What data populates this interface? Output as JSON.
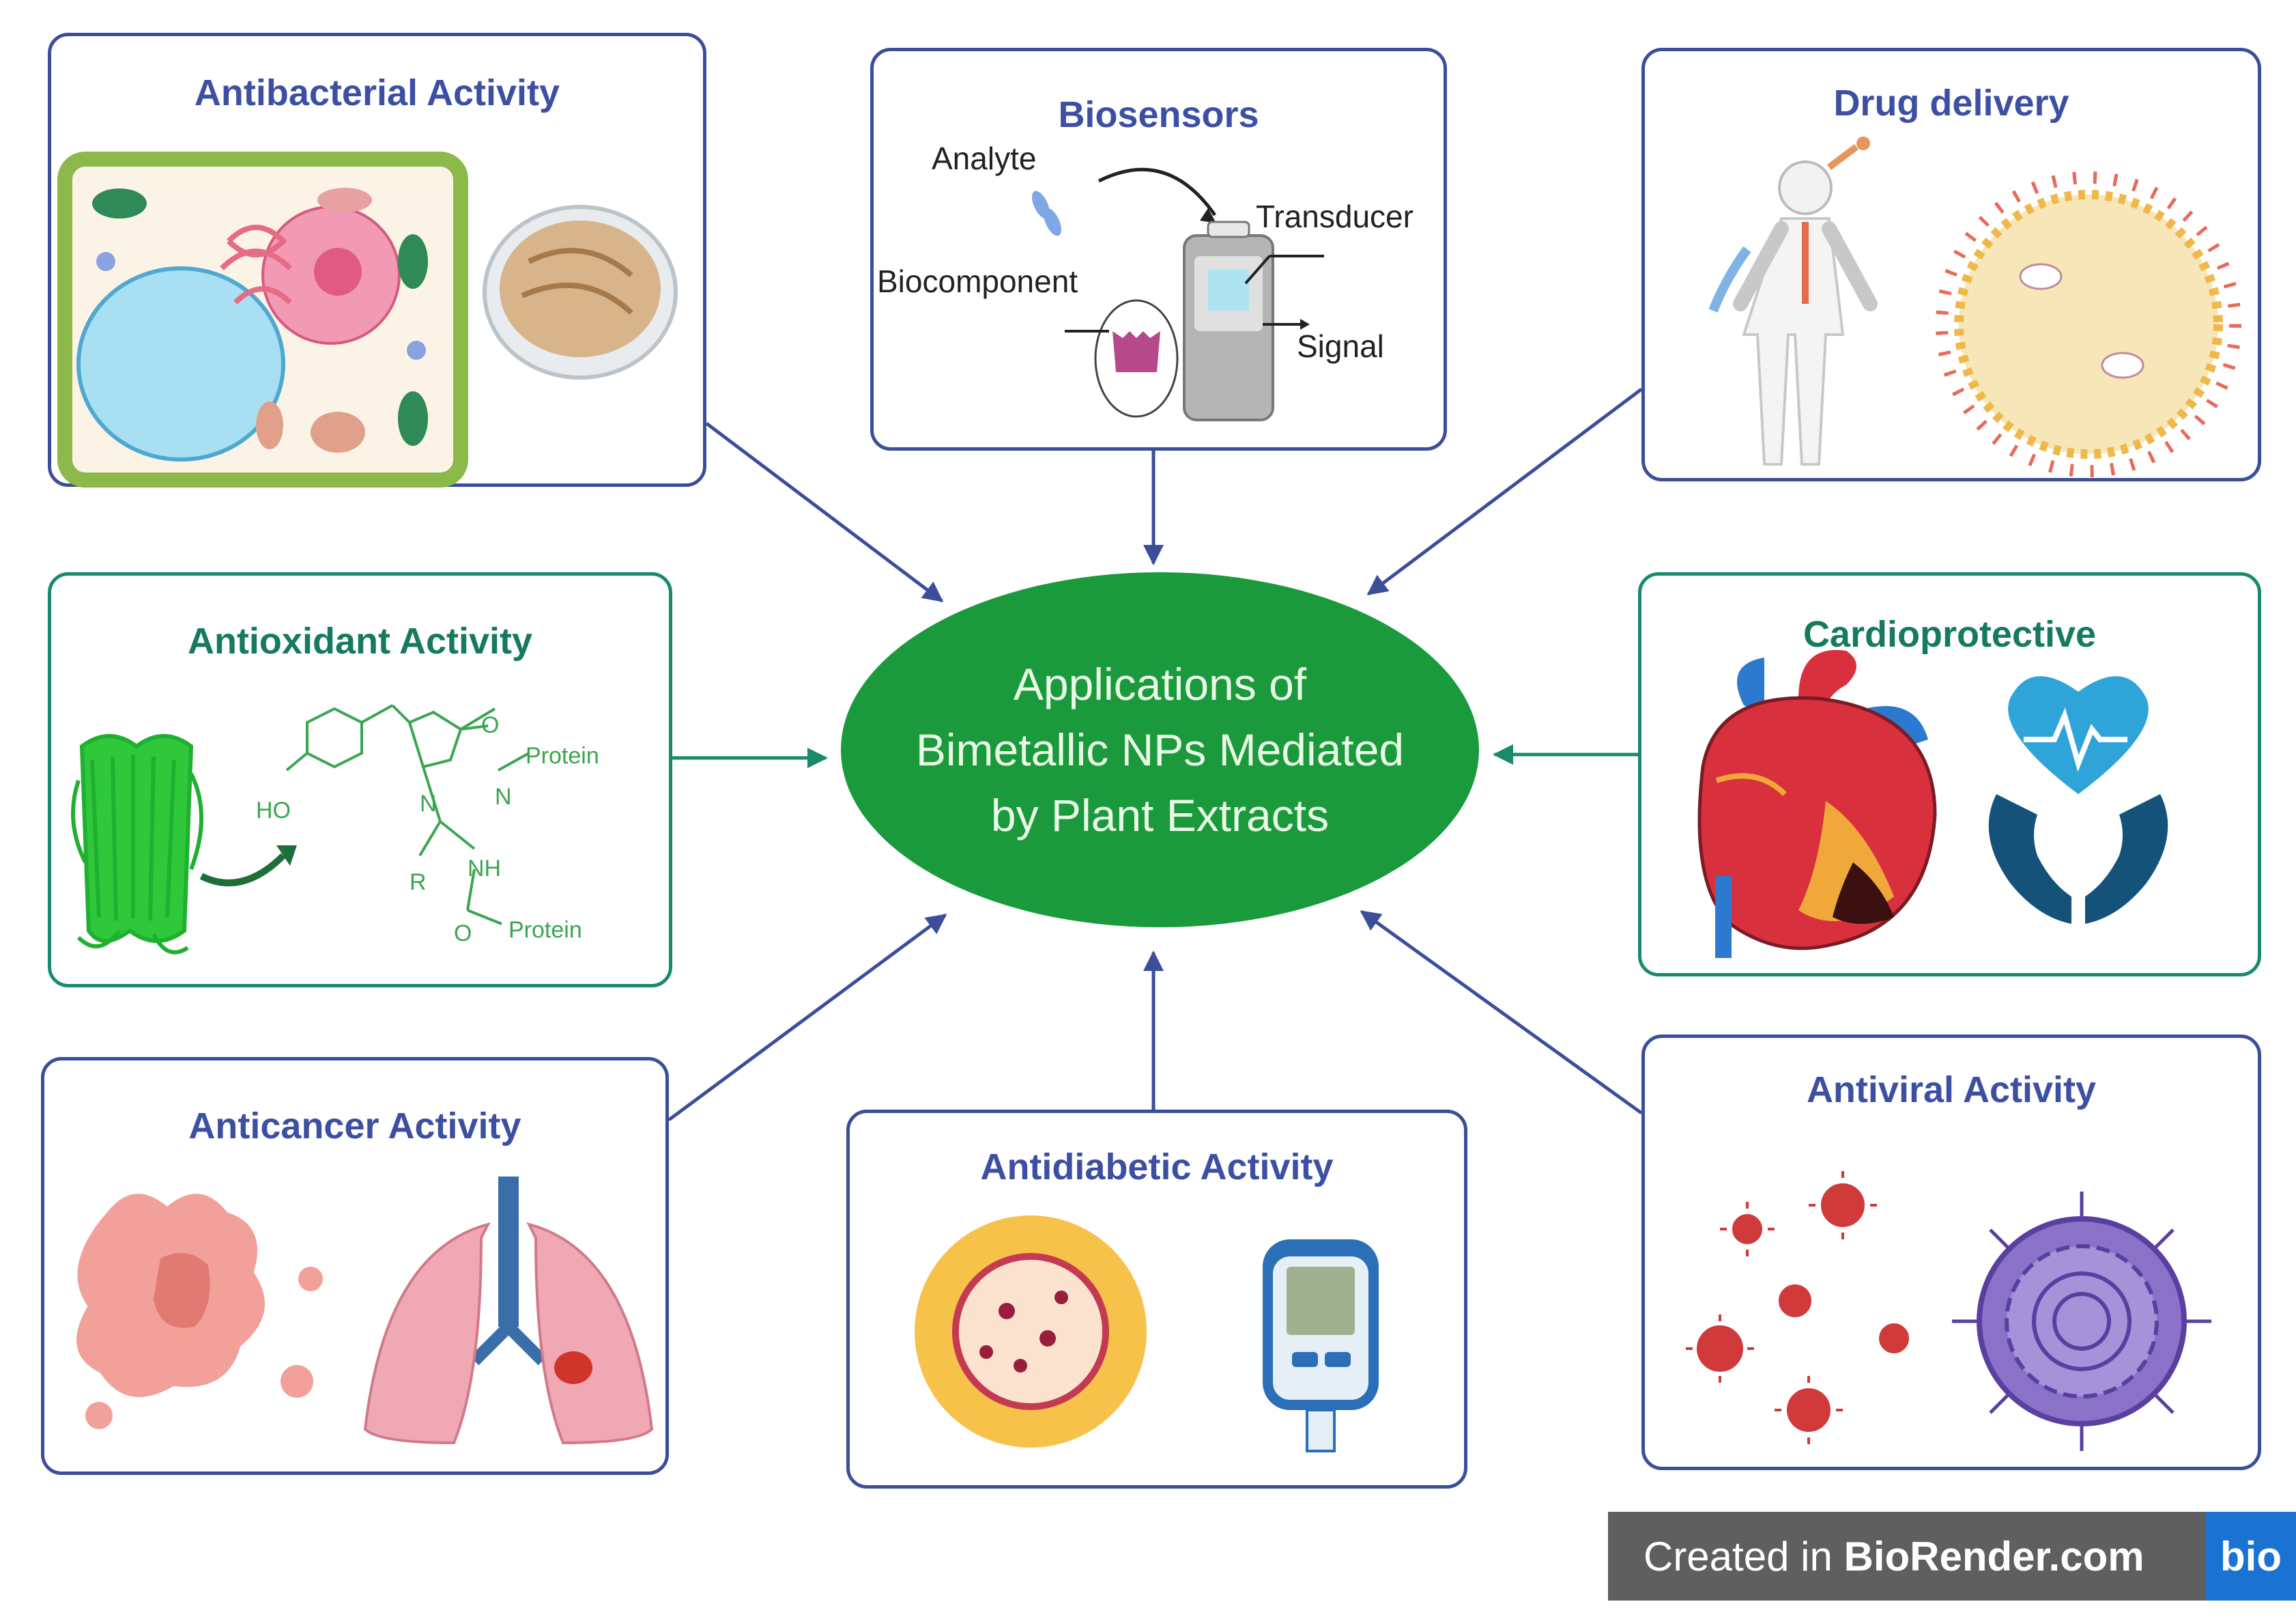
{
  "center_text": [
    "Applications of",
    "Bimetallic NPs Mediated",
    "by Plant Extracts"
  ],
  "panels": {
    "antibacterial": "Antibacterial Activity",
    "biosensors": "Biosensors",
    "drug_delivery": "Drug delivery",
    "antioxidant": "Antioxidant Activity",
    "cardioprotective": "Cardioprotective",
    "anticancer": "Anticancer Activity",
    "antidiabetic": "Antidiabetic Activity",
    "antiviral": "Antiviral Activity"
  },
  "biosensor_labels": {
    "analyte": "Analyte",
    "transducer": "Transducer",
    "biocomponent": "Biocomponent",
    "signal": "Signal"
  },
  "antioxidant_labels": {
    "protein_top": "Protein",
    "protein_bottom": "Protein",
    "ho": "HO",
    "nh": "NH",
    "r": "R",
    "o_top": "O",
    "o_bottom": "O",
    "n1": "N",
    "n2": "N"
  },
  "badge": {
    "prefix": "Created in ",
    "brand": "BioRender.com",
    "logo": "bio"
  },
  "colors": {
    "blue_border": "#3a4e9a",
    "green_border": "#188a6e",
    "center_fill": "#1a9a3c",
    "arrow_blue": "#3a4e9a",
    "arrow_green": "#1a8a6a"
  }
}
